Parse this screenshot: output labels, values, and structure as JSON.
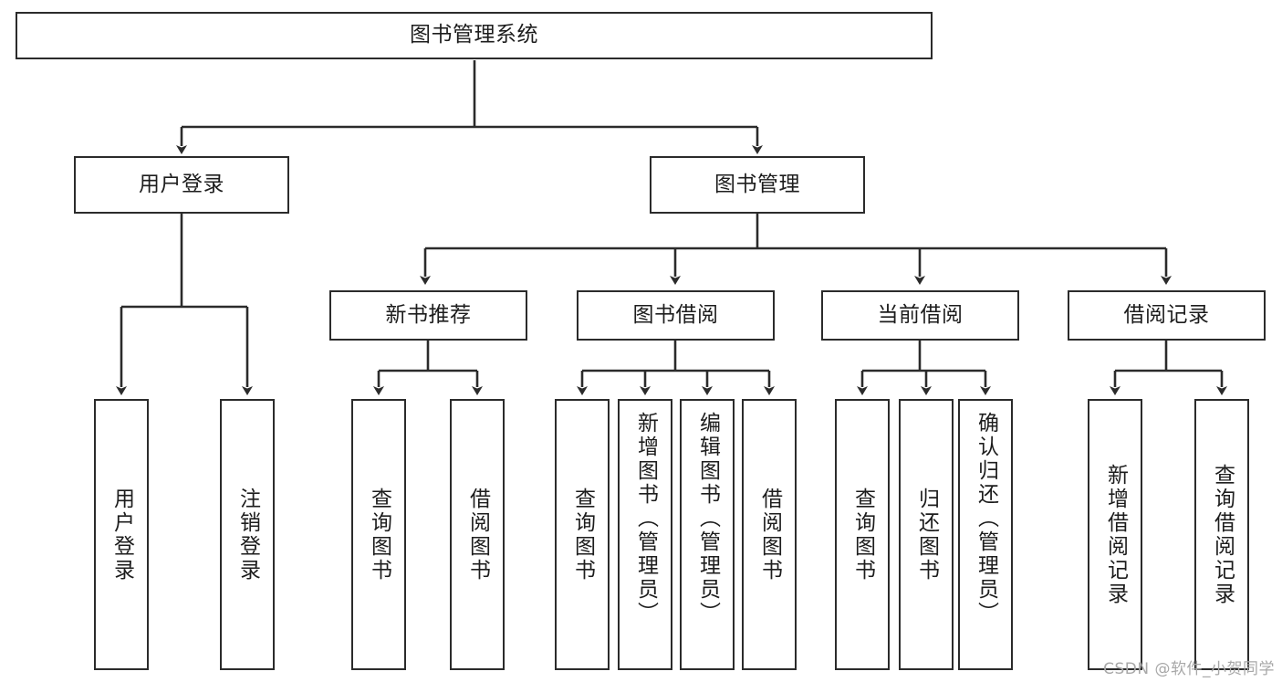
{
  "diagram": {
    "type": "tree-hierarchy-chart",
    "title": "图书管理系统",
    "background_color": "#ffffff",
    "line_color": "#2b2b2b",
    "text_color": "#1d1d1d",
    "root": {
      "id": "root",
      "label": "图书管理系统",
      "orientation": "horizontal"
    },
    "level2": [
      {
        "id": "user-login",
        "label": "用户登录",
        "orientation": "horizontal"
      },
      {
        "id": "book-manage",
        "label": "图书管理",
        "orientation": "horizontal"
      }
    ],
    "level3": [
      {
        "id": "new-book-recommend",
        "label": "新书推荐",
        "orientation": "horizontal",
        "parent": "book-manage"
      },
      {
        "id": "book-borrow",
        "label": "图书借阅",
        "orientation": "horizontal",
        "parent": "book-manage"
      },
      {
        "id": "current-borrow",
        "label": "当前借阅",
        "orientation": "horizontal",
        "parent": "book-manage"
      },
      {
        "id": "borrow-record",
        "label": "借阅记录",
        "orientation": "horizontal",
        "parent": "book-manage"
      }
    ],
    "leaves": {
      "user_login": [
        {
          "id": "leaf-user-login",
          "label": "用户登录"
        },
        {
          "id": "leaf-user-logout",
          "label": "注销登录"
        }
      ],
      "new_book_recommend": [
        {
          "id": "leaf-query-book-1",
          "label": "查询图书"
        },
        {
          "id": "leaf-borrow-book-1",
          "label": "借阅图书"
        }
      ],
      "book_borrow": [
        {
          "id": "leaf-query-book-2",
          "label": "查询图书"
        },
        {
          "id": "leaf-add-book",
          "label": "新增图书（管理员）"
        },
        {
          "id": "leaf-edit-book",
          "label": "编辑图书（管理员）"
        },
        {
          "id": "leaf-borrow-book-2",
          "label": "借阅图书"
        }
      ],
      "current_borrow": [
        {
          "id": "leaf-query-book-3",
          "label": "查询图书"
        },
        {
          "id": "leaf-return-book",
          "label": "归还图书"
        },
        {
          "id": "leaf-confirm-return",
          "label": "确认归还（管理员）"
        }
      ],
      "borrow_record": [
        {
          "id": "leaf-add-record",
          "label": "新增借阅记录"
        },
        {
          "id": "leaf-query-record",
          "label": "查询借阅记录"
        }
      ]
    }
  },
  "watermark": {
    "text": "CSDN @软件_小贺同学",
    "color": "#a8a8a8"
  }
}
